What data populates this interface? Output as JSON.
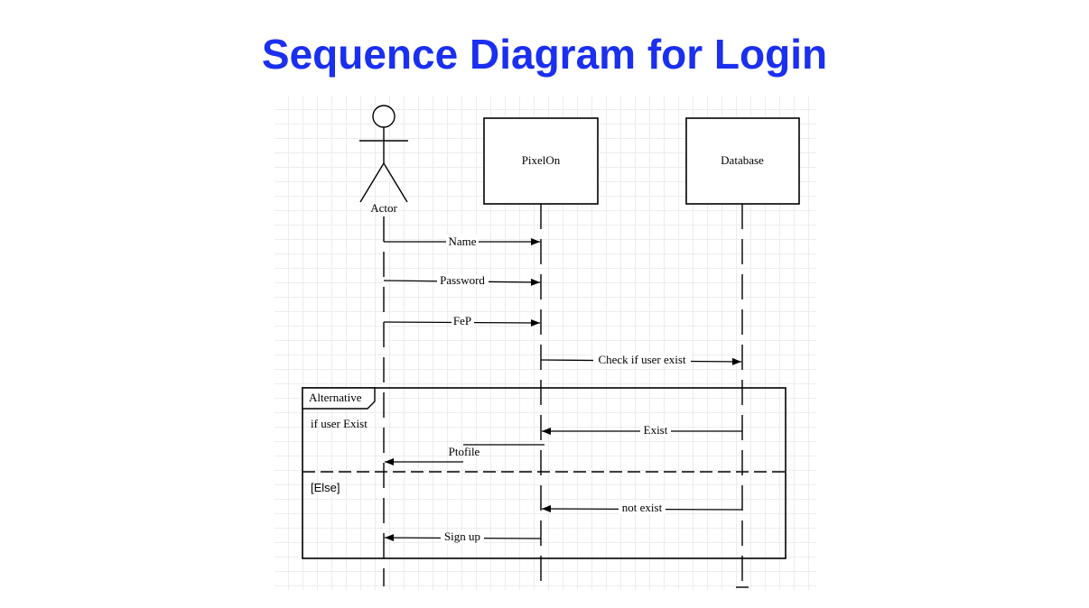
{
  "title": "Sequence Diagram for Login",
  "participants": {
    "actor": "Actor",
    "pixelon": "PixelOn",
    "database": "Database"
  },
  "messages": {
    "name": "Name",
    "password": "Password",
    "fep": "FeP",
    "check_user": "Check if user exist",
    "exist": "Exist",
    "profile": "Ptofile",
    "not_exist": "not exist",
    "sign_up": "Sign up"
  },
  "fragment": {
    "label": "Alternative",
    "guard": "if user Exist",
    "else_label": "[Else]"
  },
  "colors": {
    "title": "#1a2ff0",
    "lines": "#000000",
    "grid": "#ececec"
  }
}
